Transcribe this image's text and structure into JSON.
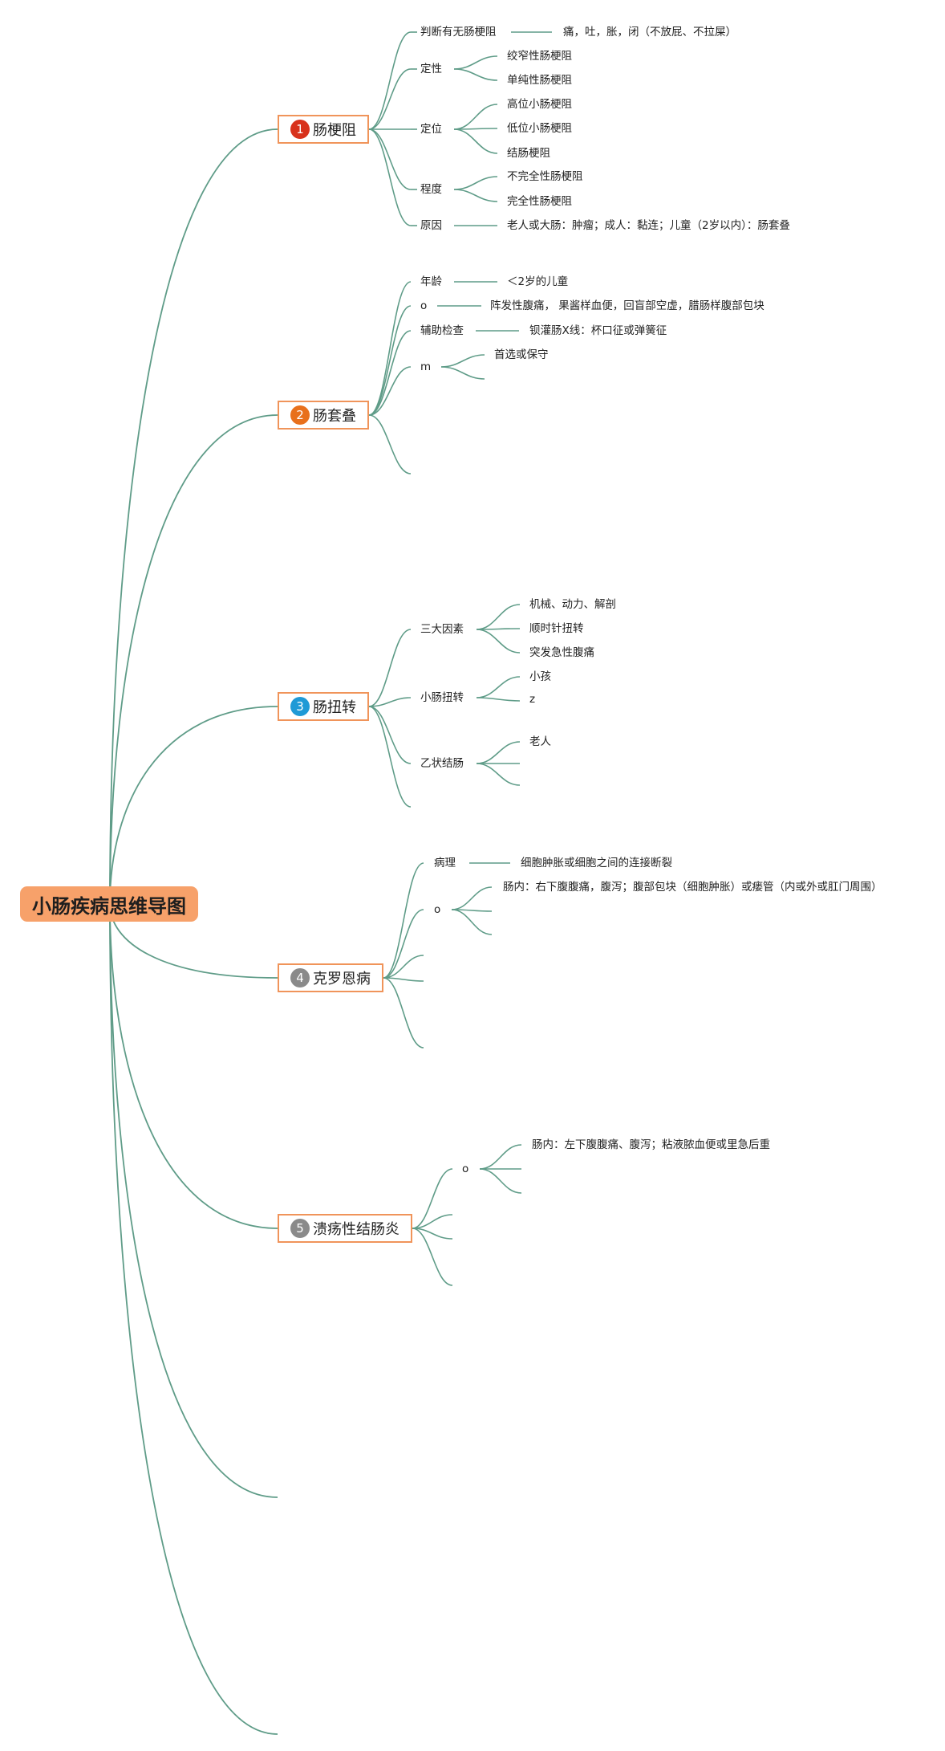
{
  "root": {
    "title": "小肠疾病思维导图"
  },
  "colors": {
    "line": "#5f9c88",
    "root_fill": "#f7a16a",
    "topic_border": "#f0945a"
  },
  "topics": [
    {
      "number": "1",
      "badge_color": "#d8321c",
      "title": "肠梗阻",
      "items": [
        {
          "label": "判断有无肠梗阻",
          "children": [
            "痛，吐，胀，闭（不放屁、不拉屎）"
          ]
        },
        {
          "label": "定性",
          "children": [
            "绞窄性肠梗阻",
            "单纯性肠梗阻"
          ]
        },
        {
          "label": "定位",
          "children": [
            "高位小肠梗阻",
            "低位小肠梗阻",
            "结肠梗阻"
          ]
        },
        {
          "label": "程度",
          "children": [
            "不完全性肠梗阻",
            "完全性肠梗阻"
          ]
        },
        {
          "label": "原因",
          "children": [
            "老人或大肠：肿瘤；成人：黏连；儿童（2岁以内）：肠套叠"
          ]
        }
      ]
    },
    {
      "number": "2",
      "badge_color": "#e8701c",
      "title": "肠套叠",
      "items": [
        {
          "label": "年龄",
          "children": [
            "＜2岁的儿童"
          ]
        },
        {
          "label": "o",
          "children": [
            "阵发性腹痛， 果酱样血便，回盲部空虚，腊肠样腹部包块"
          ]
        },
        {
          "label": "辅助检查",
          "children": [
            "钡灌肠X线：杯口征或弹簧征"
          ]
        },
        {
          "label": "m",
          "children": [
            "首选或保守",
            ""
          ]
        },
        {
          "label": "",
          "children": []
        }
      ]
    },
    {
      "number": "3",
      "badge_color": "#1f9ad6",
      "title": "肠扭转",
      "items": [
        {
          "label": "三大因素",
          "children": [
            "机械、动力、解剖",
            "顺时针扭转",
            "突发急性腹痛"
          ]
        },
        {
          "label": "小肠扭转",
          "children": [
            "小孩",
            "z"
          ]
        },
        {
          "label": "乙状结肠",
          "children": [
            "老人",
            "",
            ""
          ]
        },
        {
          "label": "",
          "children": []
        }
      ]
    },
    {
      "number": "4",
      "badge_color": "#8a8a8a",
      "title": "克罗恩病",
      "items": [
        {
          "label": "病理",
          "children": [
            "细胞肿胀或细胞之间的连接断裂"
          ]
        },
        {
          "label": "o",
          "children": [
            "肠内：右下腹腹痛，腹泻；腹部包块（细胞肿胀）或瘘管（内或外或肛门周围）",
            "",
            ""
          ]
        },
        {
          "label": "",
          "children": []
        },
        {
          "label": "",
          "children": []
        },
        {
          "label": "",
          "children": []
        }
      ]
    },
    {
      "number": "5",
      "badge_color": "#8a8a8a",
      "title": "溃疡性结肠炎",
      "items": [
        {
          "label": "o",
          "children": [
            "肠内：左下腹腹痛、腹泻；粘液脓血便或里急后重",
            "",
            ""
          ]
        },
        {
          "label": "",
          "children": []
        },
        {
          "label": "",
          "children": []
        },
        {
          "label": "",
          "children": []
        }
      ]
    },
    {
      "number": "",
      "badge_color": "",
      "title": "",
      "items": []
    },
    {
      "number": "",
      "badge_color": "",
      "title": "",
      "items": []
    }
  ]
}
